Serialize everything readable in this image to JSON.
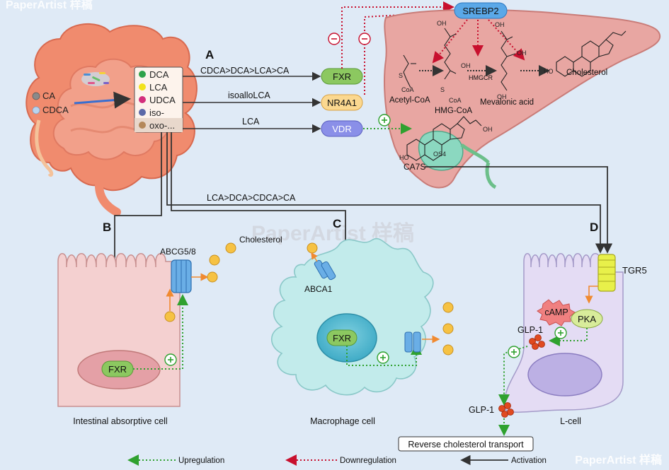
{
  "watermarks": [
    "PaperArtist 样稿",
    "PaperArtist 样稿",
    "PaperArtist 样稿"
  ],
  "panel_letters": {
    "a": "A",
    "b": "B",
    "c": "C",
    "d": "D"
  },
  "primary_acids": [
    "CA",
    "CDCA"
  ],
  "bile_acid_legend": [
    {
      "label": "DCA",
      "color": "#2fa24a"
    },
    {
      "label": "LCA",
      "color": "#f2e21b"
    },
    {
      "label": "UDCA",
      "color": "#d42f7c"
    },
    {
      "label": "iso-",
      "color": "#5b69a8"
    },
    {
      "label": "oxo-...",
      "color": "#b4885a"
    }
  ],
  "pathway_labels": {
    "fxr_order": "CDCA>DCA>LCA>CA",
    "nr4a1": "isoalloLCA",
    "vdr": "LCA",
    "tgr5_order": "LCA>DCA>CDCA>CA"
  },
  "receptors": {
    "fxr": "FXR",
    "nr4a1": "NR4A1",
    "vdr": "VDR",
    "srebp2": "SREBP2"
  },
  "liver_labels": {
    "acetyl_coa": "Acetyl-CoA",
    "hmg_coa": "HMG-CoA",
    "hmgcr": "HMGCR",
    "mevalonic": "Mevalonic acid",
    "cholesterol": "Cholesterol",
    "ca7s": "CA7S",
    "os4": "OS4",
    "coa": "CoA",
    "oh": "OH",
    "ho": "HO",
    "s": "S"
  },
  "cell_labels": {
    "abcg": "ABCG5/8",
    "cholesterol": "Cholesterol",
    "abca1": "ABCA1",
    "tgr5": "TGR5",
    "camp": "cAMP",
    "pka": "PKA",
    "glp1": "GLP-1",
    "glp1b": "GLP-1",
    "intestinal": "Intestinal absorptive cell",
    "macrophage": "Macrophage cell",
    "lcell": "L-cell",
    "rct": "Reverse cholesterol transport",
    "fxr_b": "FXR",
    "fxr_c": "FXR",
    "minus": "⊖",
    "plus": "⊕"
  },
  "legend": {
    "up": "Upregulation",
    "down": "Downregulation",
    "act": "Activation"
  },
  "colors": {
    "activation": "#333333",
    "upregulation": "#2fa12f",
    "downregulation": "#c8102e",
    "receptor_green": "#7ac143",
    "receptor_orange": "#f0a030",
    "receptor_blue": "#6a7fdc",
    "srebp2_blue": "#5aa8e8"
  }
}
